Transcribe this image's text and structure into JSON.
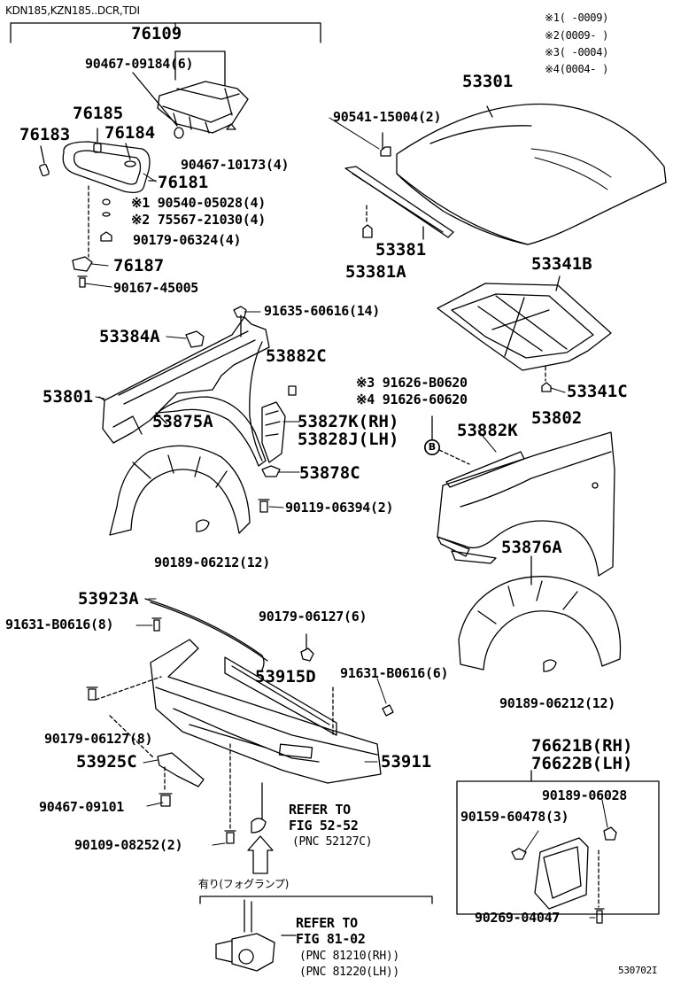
{
  "header": {
    "models": "KDN185,KZN185..DCR,TDI"
  },
  "notes": [
    {
      "mark": "※1",
      "range": "(        -0009)"
    },
    {
      "mark": "※2",
      "range": "(0009-        )"
    },
    {
      "mark": "※3",
      "range": "(        -0004)"
    },
    {
      "mark": "※4",
      "range": "(0004-        )"
    }
  ],
  "parts": {
    "p76109": "76109",
    "p90467_09184": "90467-09184(6)",
    "p76185": "76185",
    "p76183": "76183",
    "p76184": "76184",
    "p90467_10173": "90467-10173(4)",
    "p76181": "76181",
    "p90540": "90540-05028(4)",
    "p75567": "75567-21030(4)",
    "p90179_06324": "90179-06324(4)",
    "p76187": "76187",
    "p90167": "90167-45005",
    "p53301": "53301",
    "p90541": "90541-15004(2)",
    "p53381": "53381",
    "p53381A": "53381A",
    "p53341B": "53341B",
    "p53341C": "53341C",
    "p91635": "91635-60616(14)",
    "p53384A": "53384A",
    "p53882C": "53882C",
    "p53801": "53801",
    "p53875A": "53875A",
    "p53827K": "53827K(RH)",
    "p53828J": "53828J(LH)",
    "p53878C": "53878C",
    "p90119": "90119-06394(2)",
    "p90189_06212a": "90189-06212(12)",
    "p91626_B0620": "91626-B0620",
    "p91626_60620": "91626-60620",
    "p53882K": "53882K",
    "p53802": "53802",
    "p53876A": "53876A",
    "p90189_06212b": "90189-06212(12)",
    "p53923A": "53923A",
    "p91631_8": "91631-B0616(8)",
    "p90179_06127_6": "90179-06127(6)",
    "p53915D": "53915D",
    "p91631_6": "91631-B0616(6)",
    "p90179_06127_8": "90179-06127(8)",
    "p53925C": "53925C",
    "p53911": "53911",
    "p90467_09101": "90467-09101",
    "p90109": "90109-08252(2)",
    "p76621B": "76621B(RH)",
    "p76622B": "76622B(LH)",
    "p90189_06028": "90189-06028",
    "p90159": "90159-60478(3)",
    "p90269": "90269-04047"
  },
  "marks": {
    "m1": "※1",
    "m2": "※2",
    "m3": "※3",
    "m4": "※4",
    "circle_b": "B"
  },
  "refs": {
    "ref1_title": "REFER TO",
    "ref1_fig": "FIG 52-52",
    "ref1_pnc": "(PNC 52127C)",
    "foglamp_caption": "有り(フォグランプ)",
    "ref2_title": "REFER TO",
    "ref2_fig": "FIG 81-02",
    "ref2_pnc_rh": "(PNC 81210(RH))",
    "ref2_pnc_lh": "(PNC 81220(LH))"
  },
  "footer": {
    "diagram_id": "530702I"
  }
}
